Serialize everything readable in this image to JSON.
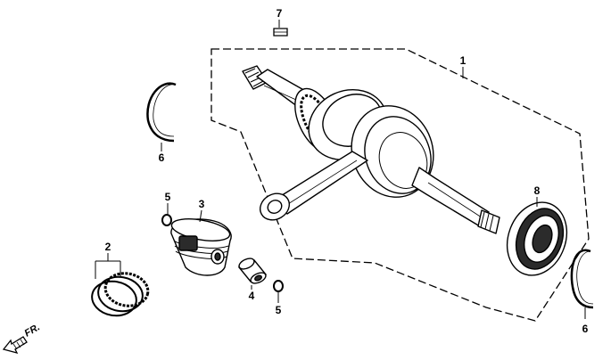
{
  "diagram": {
    "callouts": {
      "c1": "1",
      "c2": "2",
      "c3": "3",
      "c4": "4",
      "c5a": "5",
      "c5b": "5",
      "c6a": "6",
      "c6b": "6",
      "c7": "7",
      "c8": "8"
    },
    "direction_label": "FR.",
    "colors": {
      "line": "#000000",
      "fill": "#ffffff",
      "shade": "#2b2b2b"
    }
  }
}
